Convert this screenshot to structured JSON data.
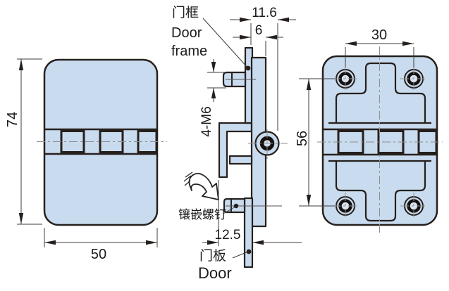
{
  "drawing": {
    "type": "engineering-drawing",
    "subject": "door hinge, three views with clamp cross-section"
  },
  "colors": {
    "part_fill": "#c9dbee",
    "outline": "#26201d",
    "dimension_lines": "#3c3c3c",
    "centerlines": "#8f8f8f",
    "background": "#ffffff"
  },
  "dimensions": {
    "height": "74",
    "width": "50",
    "thickness": "11.6",
    "plate_thickness": "6",
    "screw_spec": "4-M6",
    "hole_spacing_horizontal": "30",
    "hole_spacing_vertical": "56",
    "door_offset": "12.5"
  },
  "labels": {
    "door_frame_cn": "门框",
    "door_frame_en_line1": "Door",
    "door_frame_en_line2": "frame",
    "insert_screw_cn": "镶嵌螺钉",
    "door_panel_cn": "门板",
    "door_panel_en": "Door"
  }
}
